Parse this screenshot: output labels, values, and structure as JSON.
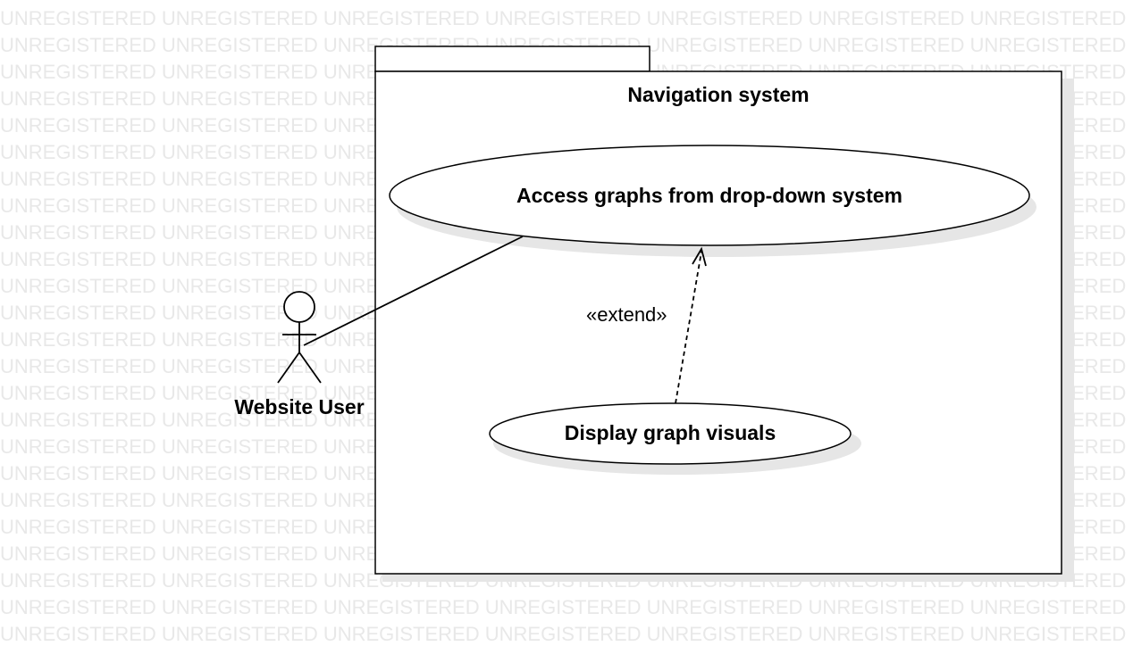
{
  "watermark": {
    "text": "UNREGISTERED"
  },
  "system": {
    "title": "Navigation system"
  },
  "actor": {
    "name": "Website User"
  },
  "use_cases": [
    {
      "label": "Access graphs from drop-down system"
    },
    {
      "label": "Display graph visuals"
    }
  ],
  "relationships": [
    {
      "type": "association",
      "from": "Website User",
      "to": "Access graphs from drop-down system"
    },
    {
      "type": "extend",
      "label": "«extend»",
      "from": "Display graph visuals",
      "to": "Access graphs from drop-down system"
    }
  ],
  "colors": {
    "line": "#000000",
    "shadow": "#e6e6e6",
    "watermark": "#e8e8e8",
    "background": "#ffffff"
  }
}
